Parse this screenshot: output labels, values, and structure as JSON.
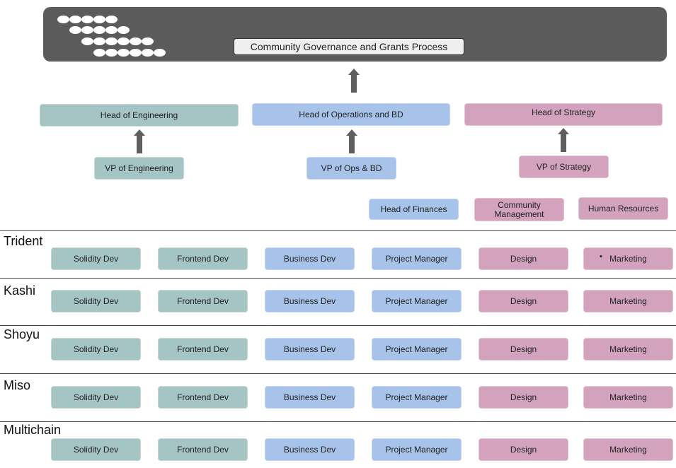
{
  "banner": {
    "title": "Community Governance and Grants Process",
    "logo_icon": "dotted-logo-icon"
  },
  "heads": {
    "engineering": "Head of Engineering",
    "operations": "Head of Operations and BD",
    "strategy": "Head of Strategy"
  },
  "vps": {
    "engineering": "VP of Engineering",
    "operations": "VP of Ops & BD",
    "strategy": "VP of Strategy"
  },
  "sub_roles": {
    "finances": "Head of Finances",
    "community": "Community Management",
    "hr": "Human Resources"
  },
  "teams": [
    {
      "name": "Trident",
      "roles": [
        "Solidity Dev",
        "Frontend Dev",
        "Business Dev",
        "Project Manager",
        "Design",
        "Marketing"
      ]
    },
    {
      "name": "Kashi",
      "roles": [
        "Solidity Dev",
        "Frontend Dev",
        "Business Dev",
        "Project Manager",
        "Design",
        "Marketing"
      ]
    },
    {
      "name": "Shoyu",
      "roles": [
        "Solidity Dev",
        "Frontend Dev",
        "Business Dev",
        "Project Manager",
        "Design",
        "Marketing"
      ]
    },
    {
      "name": "Miso",
      "roles": [
        "Solidity Dev",
        "Frontend Dev",
        "Business Dev",
        "Project Manager",
        "Design",
        "Marketing"
      ]
    },
    {
      "name": "Multichain",
      "roles": [
        "Solidity Dev",
        "Frontend Dev",
        "Business Dev",
        "Project Manager",
        "Design",
        "Marketing"
      ]
    }
  ],
  "stray_mark": "•",
  "colors": {
    "banner": "#5b5b5b",
    "engineering": "#a5c4c4",
    "operations": "#a7c3e9",
    "strategy": "#d3a3be",
    "arrow": "#5f5f5f"
  },
  "icons": {
    "arrow": "up-arrow-icon"
  }
}
